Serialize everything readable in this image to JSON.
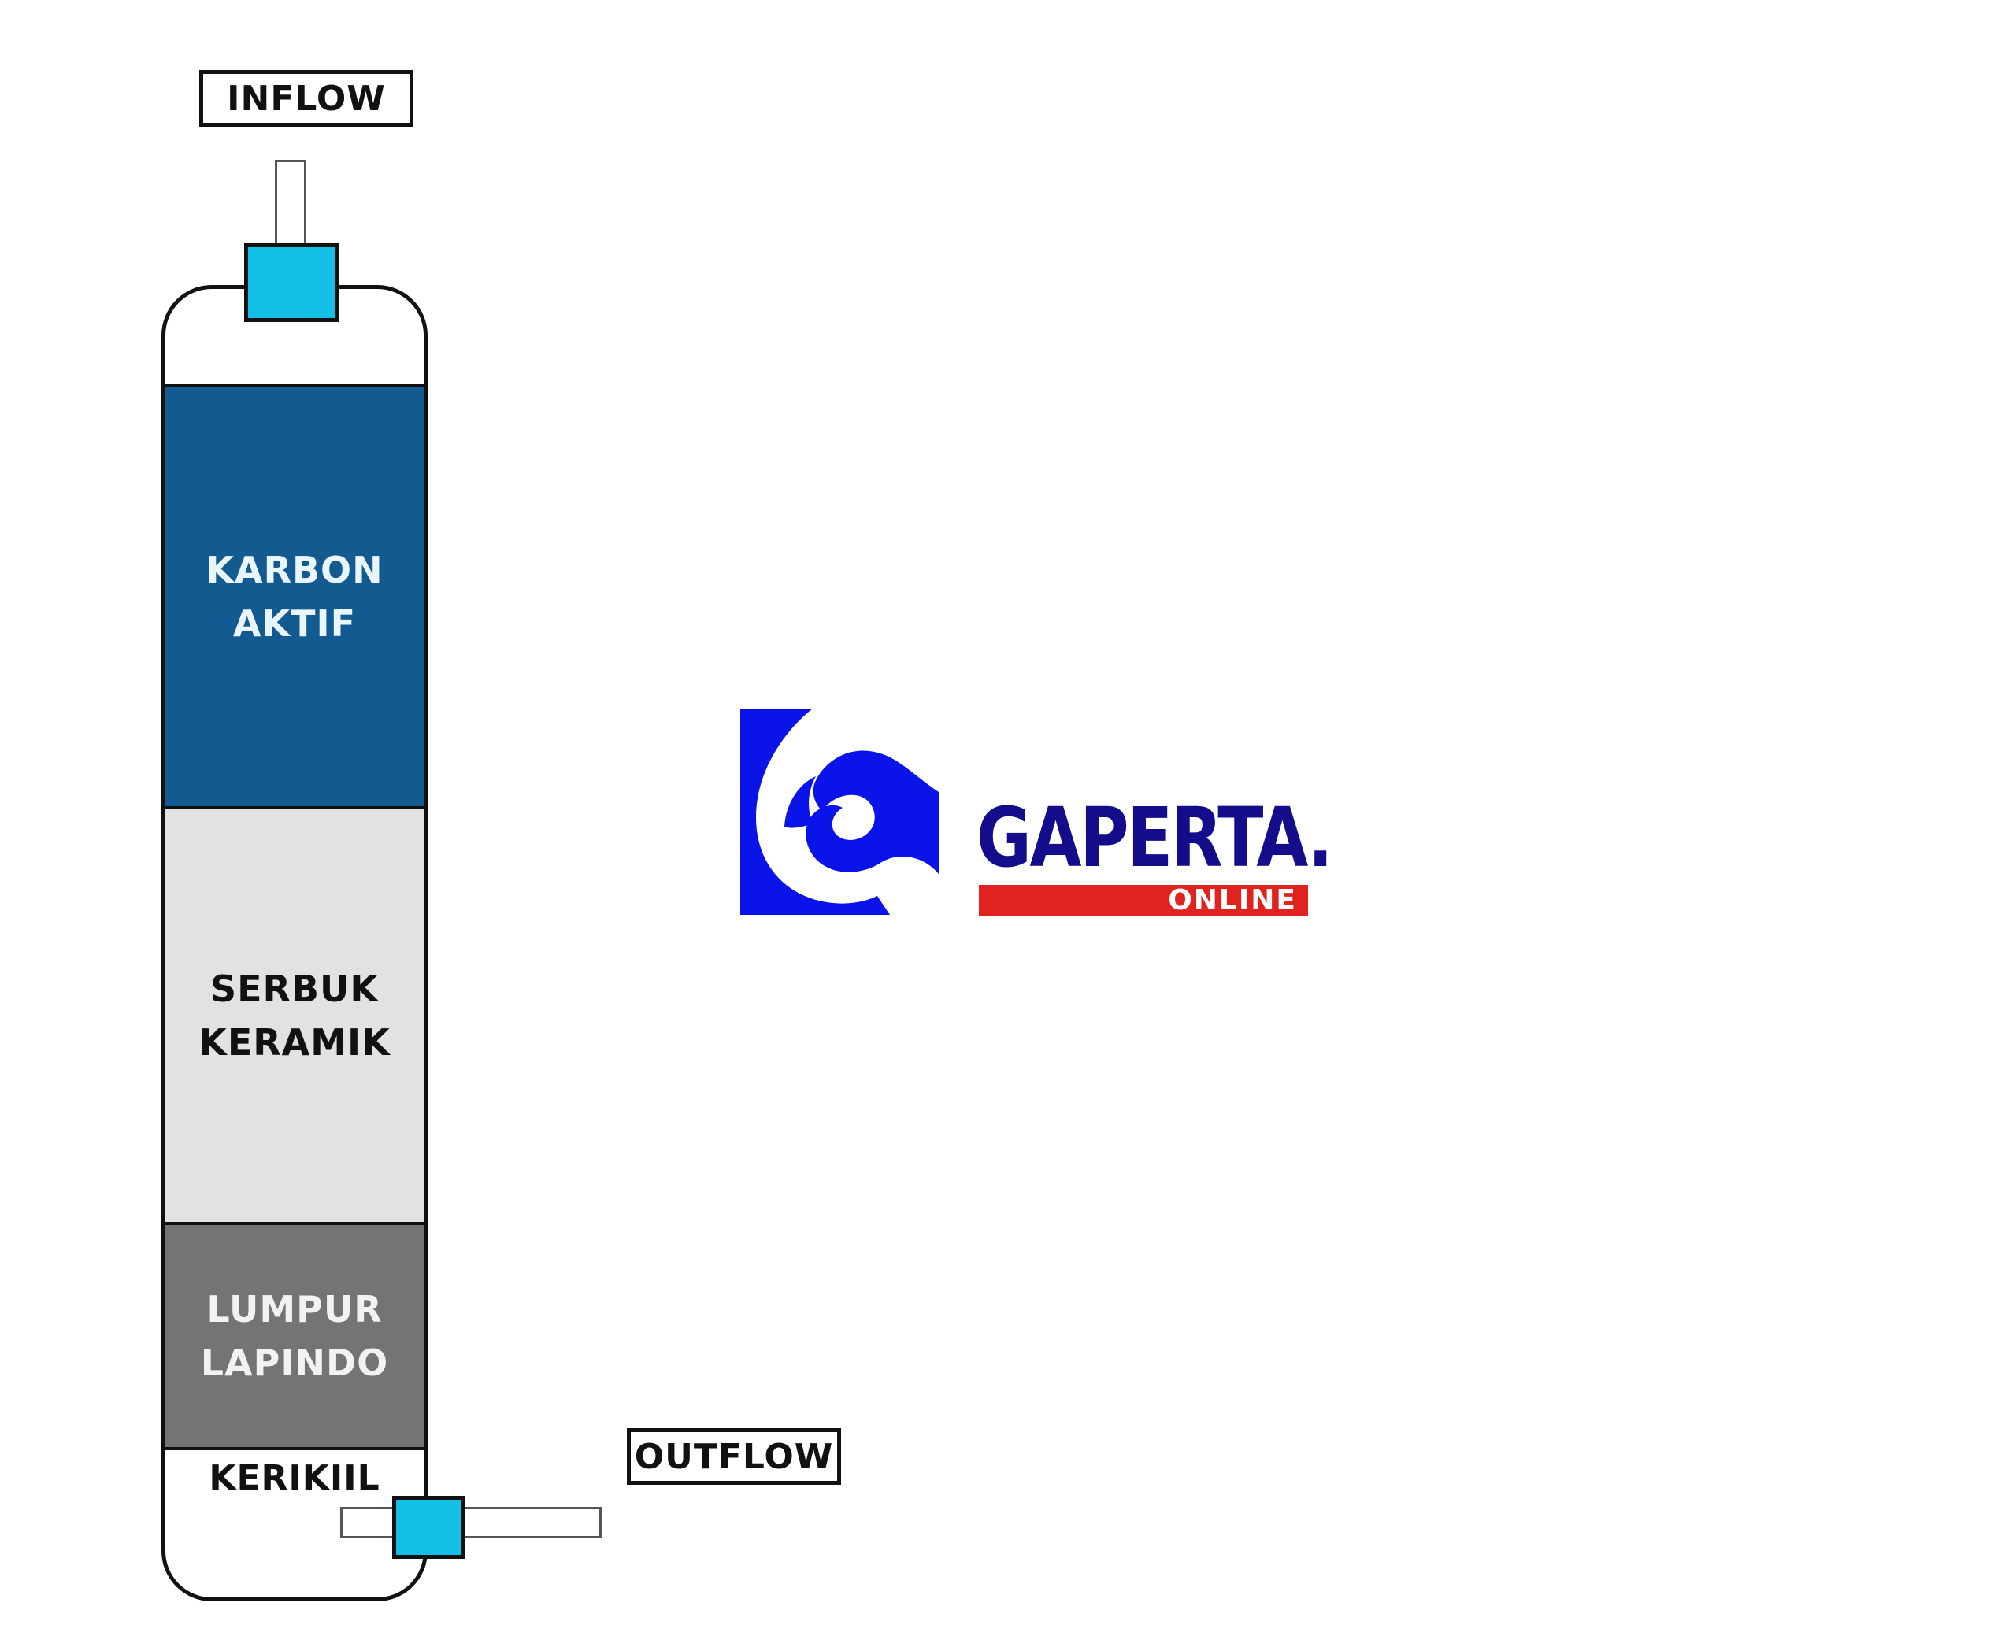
{
  "inflow": {
    "label": "INFLOW"
  },
  "outflow": {
    "label": "OUTFLOW"
  },
  "filter_column": {
    "layers": [
      {
        "lines": [
          "KARBON",
          "AKTIF"
        ],
        "color": "#135a90"
      },
      {
        "lines": [
          "SERBUK",
          "KERAMIK"
        ],
        "color": "#e2e2e2"
      },
      {
        "lines": [
          "LUMPUR",
          "LAPINDO"
        ],
        "color": "#747474"
      },
      {
        "lines": [
          "KERIKIIL"
        ],
        "color": "#ffffff"
      }
    ]
  },
  "colors": {
    "valve": "#13bfe4",
    "logo_blue": "#0a14e8",
    "brand_text": "#130d8c",
    "brand_red": "#e0231f"
  },
  "logo": {
    "name": "GAPERTA.",
    "subtitle": "ONLINE"
  }
}
